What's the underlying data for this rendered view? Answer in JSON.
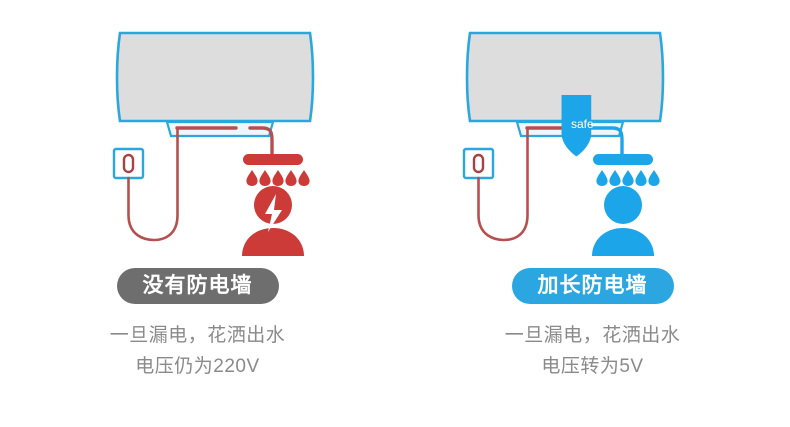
{
  "colors": {
    "tank_outline": "#29a8df",
    "tank_fill": "#dddddd",
    "danger_red": "#cc3b38",
    "cord_red": "#b5504f",
    "safe_blue": "#1ca5e8",
    "pill_gray": "#6e6e6e",
    "pill_blue": "#2ba6e0",
    "desc_text": "#8a8a8a",
    "background": "#ffffff"
  },
  "panels": [
    {
      "id": "without-wall",
      "pill_label": "没有防电墙",
      "pill_style": "gray",
      "description_lines": [
        "一旦漏电，花洒出水",
        "电压仍为220V"
      ],
      "voltage": "220V",
      "illustration": {
        "tank": "water-heater-tank",
        "outlet": "wall-outlet",
        "power_cord": "power-cord",
        "pipe_color": "danger_red",
        "shower_head": "shower-head",
        "droplet_count": 5,
        "person": "person-figure",
        "person_state": "electric-shock",
        "shock_icon": "lightning-bolt-icon",
        "shield_badge": null
      }
    },
    {
      "id": "with-extended-wall",
      "pill_label": "加长防电墙",
      "pill_style": "blue",
      "description_lines": [
        "一旦漏电，花洒出水",
        "电压转为5V"
      ],
      "voltage": "5V",
      "illustration": {
        "tank": "water-heater-tank",
        "outlet": "wall-outlet",
        "power_cord": "power-cord",
        "pipe_color": "safe_blue",
        "shower_head": "shower-head",
        "droplet_count": 5,
        "person": "person-figure",
        "person_state": "safe",
        "shock_icon": null,
        "shield_badge": {
          "icon": "shield-icon",
          "label": "safe"
        }
      }
    }
  ]
}
